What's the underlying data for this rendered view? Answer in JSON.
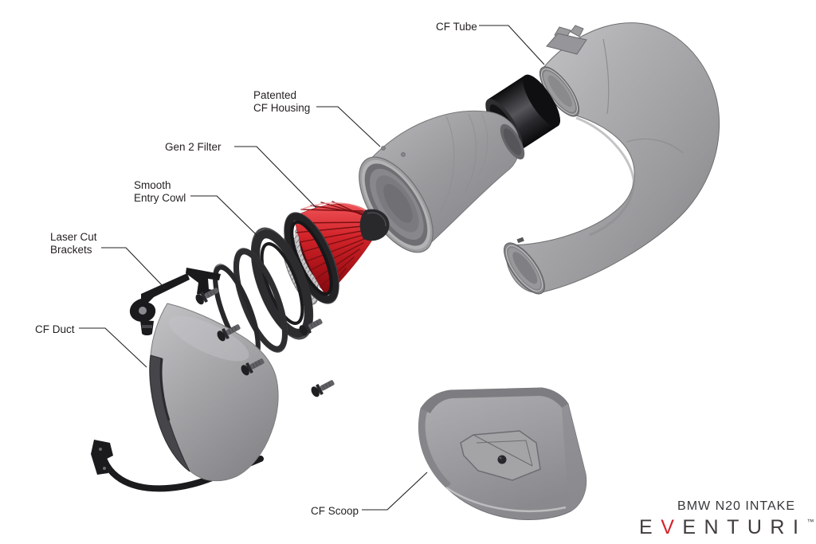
{
  "diagram": {
    "labels": {
      "cf_tube": {
        "line1": "CF Tube"
      },
      "cf_housing": {
        "line1": "Patented",
        "line2": "CF Housing"
      },
      "gen2_filter": {
        "line1": "Gen 2 Filter"
      },
      "entry_cowl": {
        "line1": "Smooth",
        "line2": "Entry Cowl"
      },
      "brackets": {
        "line1": "Laser Cut",
        "line2": "Brackets"
      },
      "cf_duct": {
        "line1": "CF Duct"
      },
      "cf_scoop": {
        "line1": "CF Scoop"
      }
    }
  },
  "footer": {
    "product_title": "BMW N20 INTAKE",
    "brand": {
      "e": "E",
      "v": "V",
      "rest": "ENTURI",
      "tm": "™"
    }
  },
  "colors": {
    "label_text": "#231f20",
    "filter_red": "#c8191f",
    "brand_red": "#d6232a"
  }
}
